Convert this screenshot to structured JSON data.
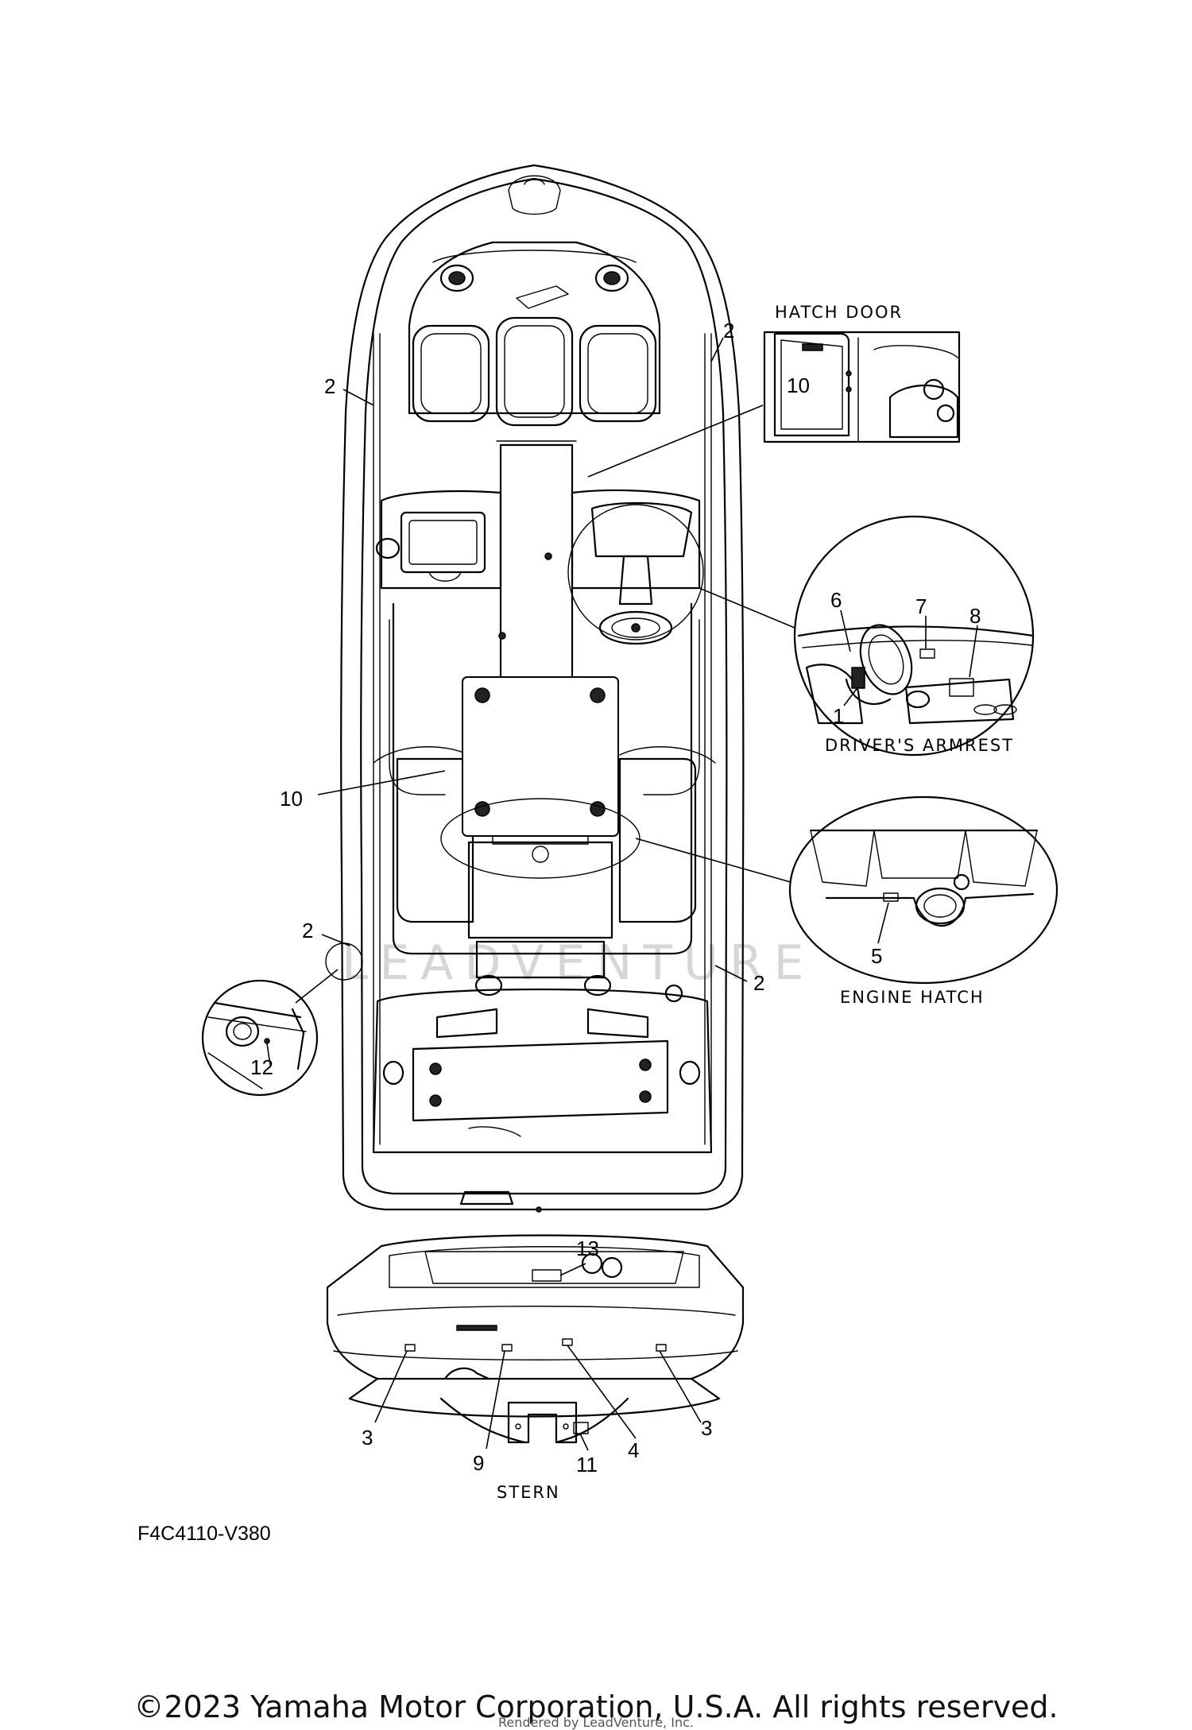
{
  "callouts": {
    "c1": "1",
    "c2": "2",
    "c3": "3",
    "c4": "4",
    "c5": "5",
    "c6": "6",
    "c7": "7",
    "c8": "8",
    "c9": "9",
    "c10": "10",
    "c11": "11",
    "c12": "12",
    "c13": "13"
  },
  "captions": {
    "hatch_door": "HATCH DOOR",
    "drivers_armrest": "DRIVER'S ARMREST",
    "engine_hatch": "ENGINE HATCH",
    "stern": "STERN"
  },
  "diagram_code": "F4C4110-V380",
  "watermark": "LEADVENTURE",
  "copyright": "©2023 Yamaha Motor Corporation, U.S.A. All rights reserved.",
  "rendered_by": "Rendered by LeadVenture, Inc."
}
